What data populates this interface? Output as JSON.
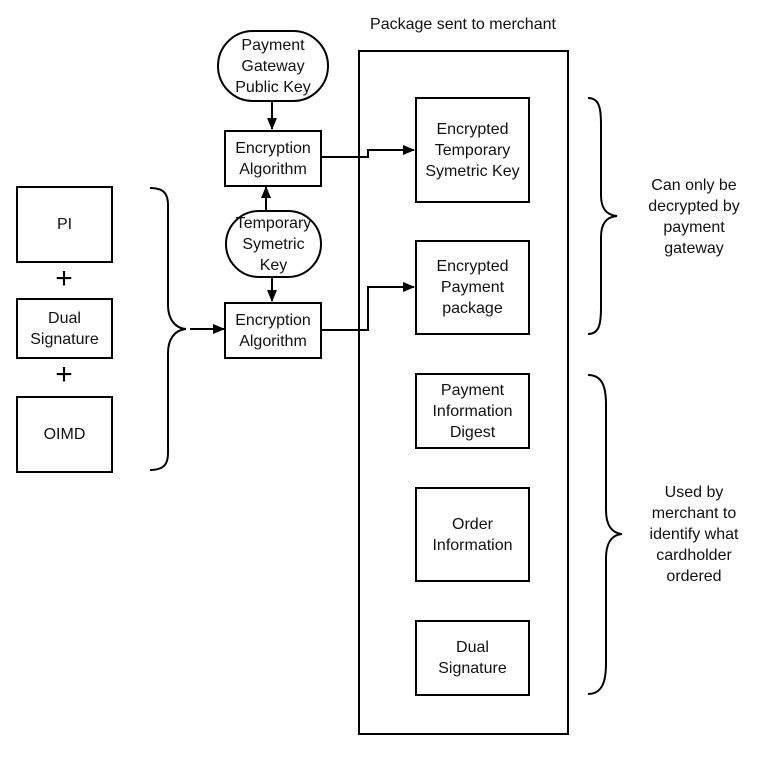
{
  "header": {
    "package_title": "Package sent to merchant"
  },
  "inputs": {
    "pi": "PI",
    "plus_1": "+",
    "dual_signature": "Dual\nSignature",
    "plus_2": "+",
    "oimd": "OIMD"
  },
  "center": {
    "gateway_key": "Payment\nGateway\nPublic Key",
    "encryption_top": "Encryption\nAlgorithm",
    "temp_key": "Temporary\nSymetric\nKey",
    "encryption_bottom": "Encryption\nAlgorithm"
  },
  "package": {
    "enc_temp_key": "Encrypted\nTemporary\nSymetric Key",
    "enc_payment": "Encrypted\nPayment\npackage",
    "pi_digest": "Payment\nInformation\nDigest",
    "order_info": "Order\nInformation",
    "dual_signature": "Dual\nSignature"
  },
  "notes": {
    "gateway_only": "Can only be\ndecrypted by\npayment\ngateway",
    "merchant_use": "Used by\nmerchant to\nidentify what\ncardholder\nordered"
  }
}
